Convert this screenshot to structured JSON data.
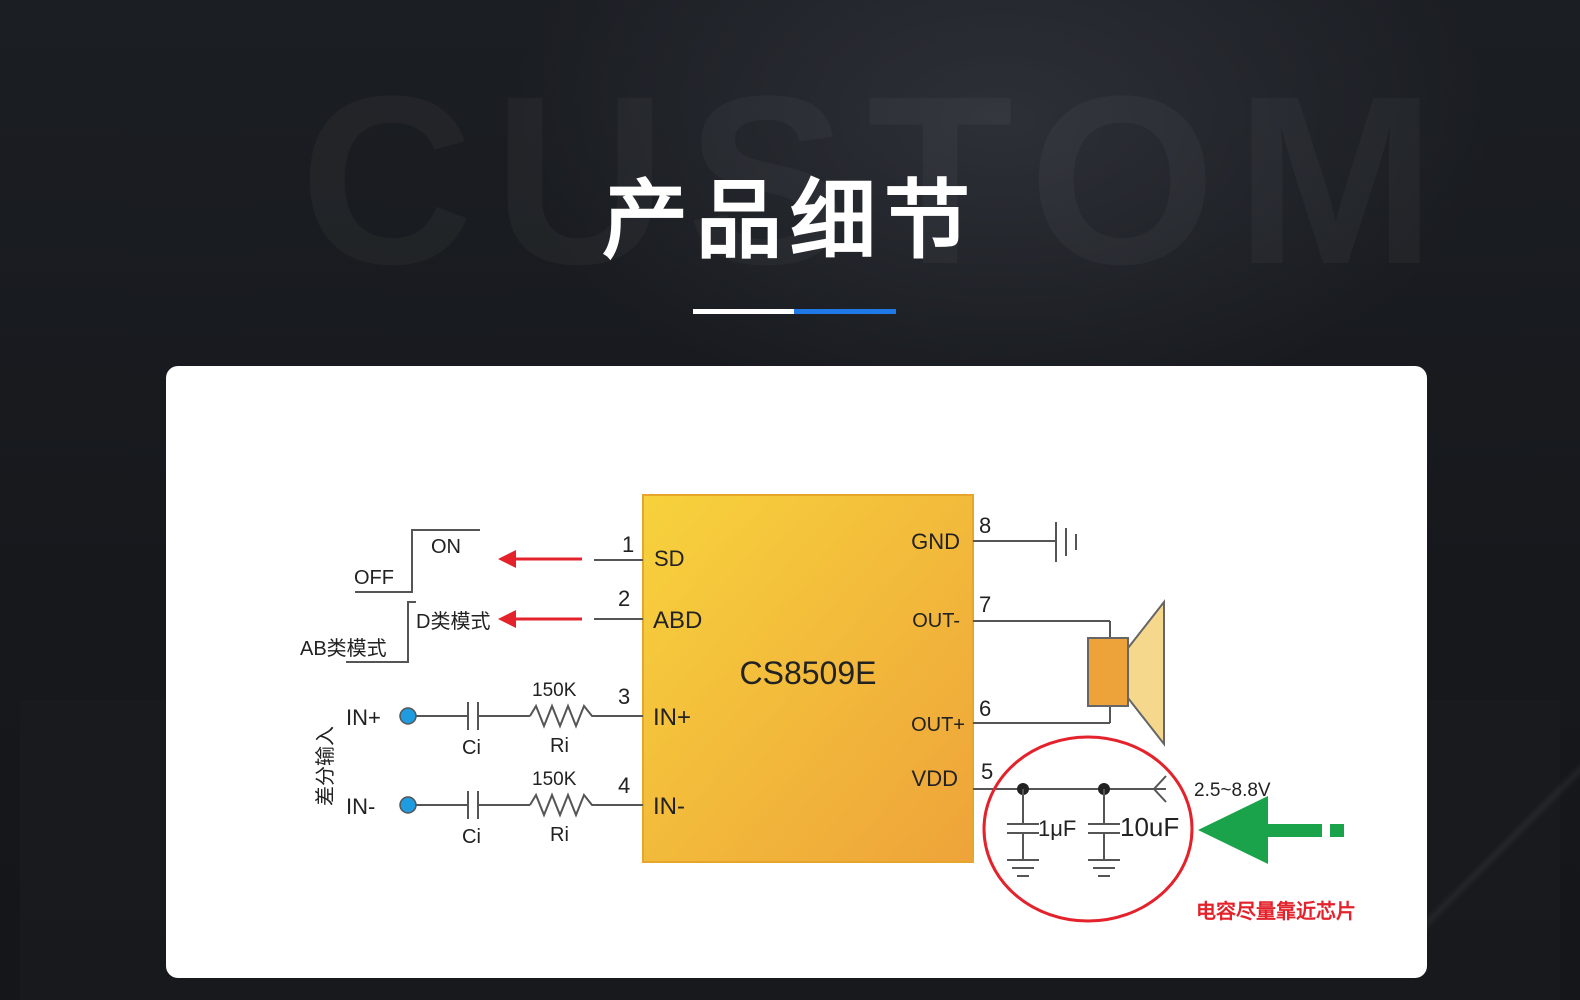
{
  "page": {
    "title": "产品细节",
    "watermark": "CUSTOM"
  },
  "colors": {
    "accent_blue": "#1f7ae8",
    "chip_fill": "#f2b93a",
    "arrow_red": "#e4222c",
    "arrow_green": "#1aa34a",
    "dot_blue": "#1f9be0"
  },
  "diagram": {
    "chip_name": "CS8509E",
    "pins_left": [
      {
        "num": "1",
        "label": "SD"
      },
      {
        "num": "2",
        "label": "ABD"
      },
      {
        "num": "3",
        "label": "IN+"
      },
      {
        "num": "4",
        "label": "IN-"
      }
    ],
    "pins_right": [
      {
        "num": "8",
        "label": "GND"
      },
      {
        "num": "7",
        "label": "OUT-"
      },
      {
        "num": "6",
        "label": "OUT+"
      },
      {
        "num": "5",
        "label": "VDD"
      }
    ],
    "sd_on": "ON",
    "sd_off": "OFF",
    "abd_d_mode": "D类模式",
    "abd_ab_mode": "AB类模式",
    "in_plus": "IN+",
    "in_minus": "IN-",
    "diff_input": "差分输入",
    "cap_ci": "Ci",
    "res_value": "150K",
    "res_ri": "Ri",
    "cap_1uf": "1μF",
    "cap_10uf": "10uF",
    "voltage": "2.5~8.8V",
    "cap_note": "电容尽量靠近芯片"
  }
}
